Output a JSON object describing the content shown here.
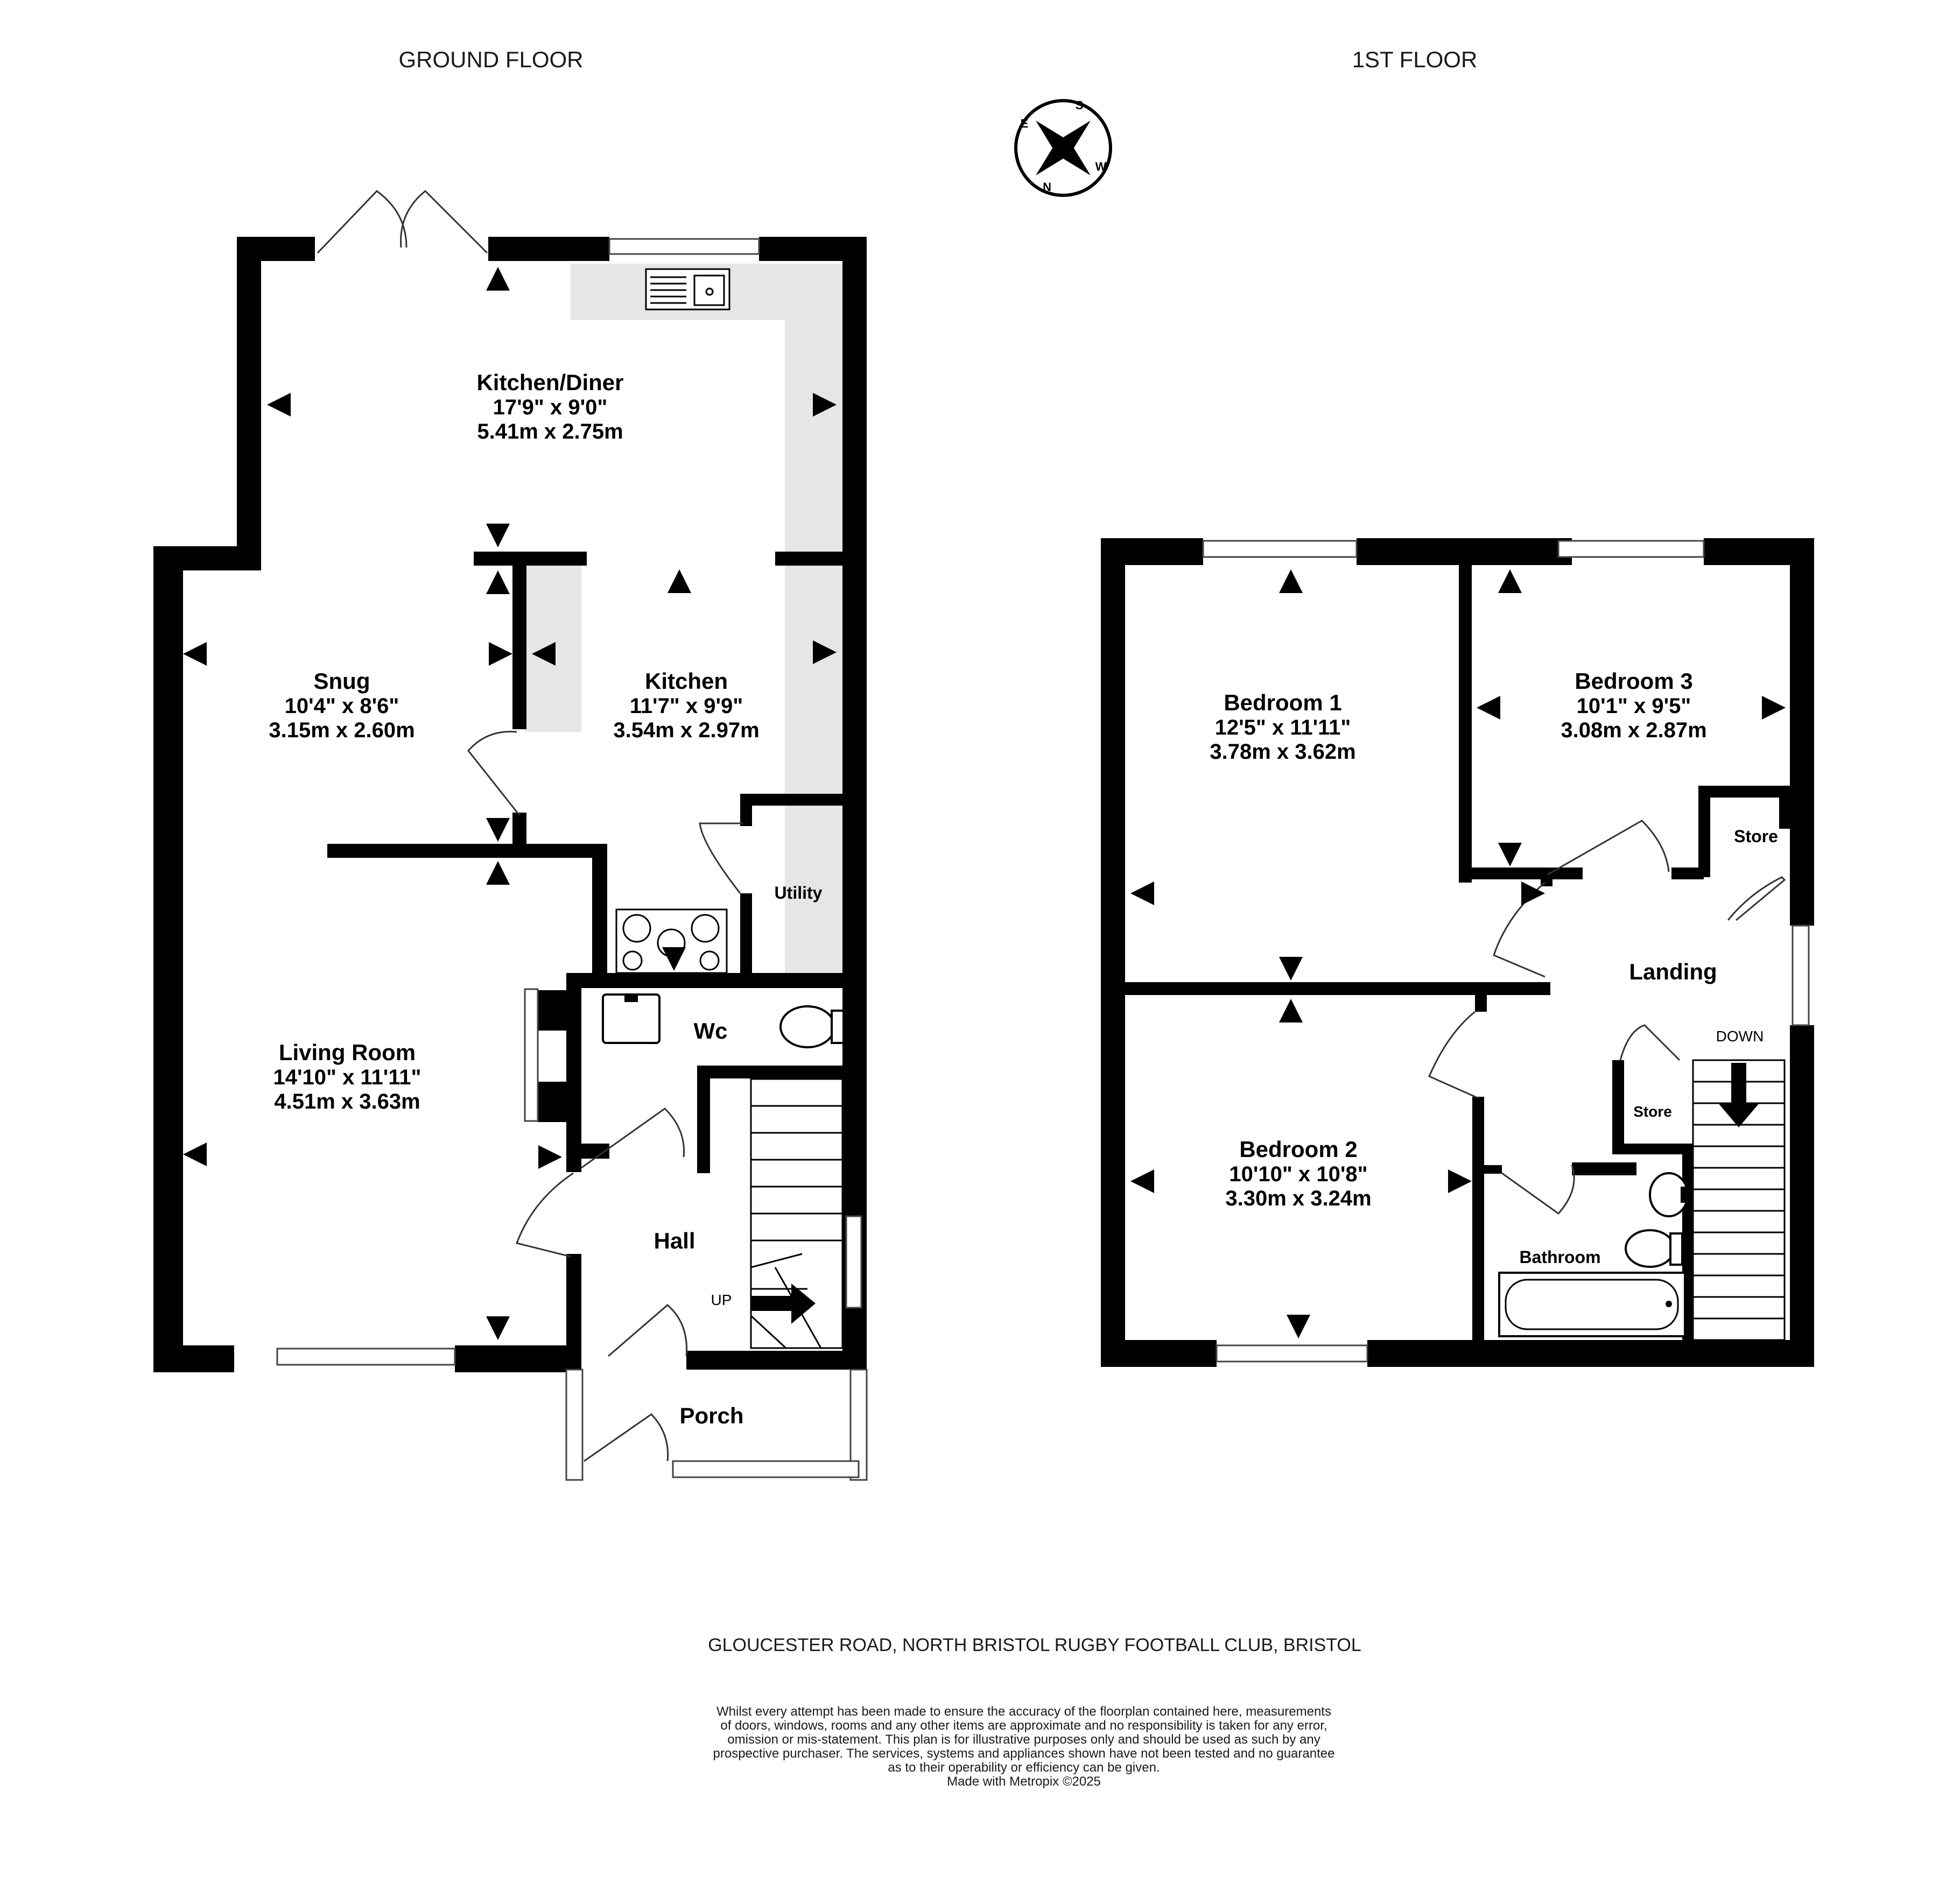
{
  "floors": {
    "ground": {
      "title": "GROUND FLOOR"
    },
    "first": {
      "title": "1ST FLOOR"
    }
  },
  "compass": {
    "n": "N",
    "s": "S",
    "e": "E",
    "w": "W"
  },
  "rooms": {
    "kitchen_diner": {
      "name": "Kitchen/Diner",
      "imperial": "17'9\"  x 9'0\"",
      "metric": "5.41m  x 2.75m"
    },
    "snug": {
      "name": "Snug",
      "imperial": "10'4\"  x 8'6\"",
      "metric": "3.15m  x 2.60m"
    },
    "kitchen": {
      "name": "Kitchen",
      "imperial": "11'7\"  x 9'9\"",
      "metric": "3.54m  x 2.97m"
    },
    "utility": {
      "name": "Utility"
    },
    "wc": {
      "name": "Wc"
    },
    "living_room": {
      "name": "Living Room",
      "imperial": "14'10\"  x 11'11\"",
      "metric": "4.51m  x 3.63m"
    },
    "hall": {
      "name": "Hall"
    },
    "porch": {
      "name": "Porch"
    },
    "bedroom1": {
      "name": "Bedroom 1",
      "imperial": "12'5\"  x 11'11\"",
      "metric": "3.78m  x 3.62m"
    },
    "bedroom3": {
      "name": "Bedroom 3",
      "imperial": "10'1\"  x 9'5\"",
      "metric": "3.08m  x 2.87m"
    },
    "store_upper": {
      "name": "Store"
    },
    "landing": {
      "name": "Landing"
    },
    "store_lower": {
      "name": "Store"
    },
    "bedroom2": {
      "name": "Bedroom 2",
      "imperial": "10'10\"  x 10'8\"",
      "metric": "3.30m  x 3.24m"
    },
    "bathroom": {
      "name": "Bathroom"
    }
  },
  "stairs": {
    "up": "UP",
    "down": "DOWN"
  },
  "address": "GLOUCESTER ROAD, NORTH BRISTOL RUGBY FOOTBALL CLUB, BRISTOL",
  "disclaimer": [
    "Whilst every attempt has been made to ensure the accuracy of the floorplan contained here, measurements",
    "of doors, windows, rooms and any other items are approximate and no responsibility is taken for any error,",
    "omission or mis-statement. This plan is for illustrative purposes only and should be used as such by any",
    "prospective purchaser. The services, systems and appliances shown have not been tested and no guarantee",
    "as to their operability or efficiency can be given.",
    "Made with Metropix ©2025"
  ],
  "colors": {
    "wall": "#000000",
    "worktop": "#e6e6e6",
    "background": "#ffffff"
  }
}
